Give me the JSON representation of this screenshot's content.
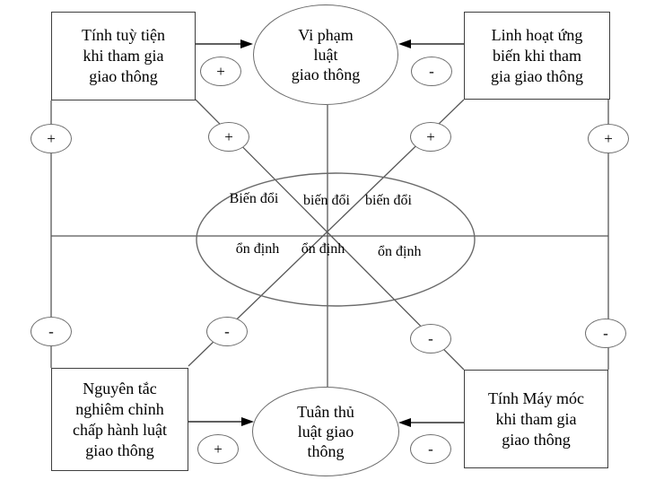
{
  "diagram": {
    "title": "Traffic law compliance causal diagram",
    "colors": {
      "background": "#ffffff",
      "line": "#575757",
      "box_border": "#3f3f3f",
      "ellipse_border": "#6a6a6a",
      "text": "#000000",
      "arrowhead": "#000000"
    }
  },
  "nodes": {
    "top_left_box": {
      "label": "Tính tuỳ tiện\nkhi tham gia\ngiao thông"
    },
    "top_center_ellipse": {
      "label": "Vi phạm\nluật\ngiao thông"
    },
    "top_right_box": {
      "label": "Linh hoạt ứng\nbiến khi tham\ngia giao thông"
    },
    "bottom_left_box": {
      "label": "Nguyên tắc\nnghiêm chỉnh\nchấp hành luật\ngiao thông"
    },
    "bottom_center_ellipse": {
      "label": "Tuân thủ\nluật giao\nthông"
    },
    "bottom_right_box": {
      "label": "Tính Máy móc\nkhi tham gia\ngiao thông"
    }
  },
  "center_ellipse": {
    "labels": {
      "upper_left": "Biến đổi",
      "upper_middle": "biến đổi",
      "upper_right": "biến đổi",
      "lower_left": "ổn định",
      "lower_middle": "ổn định",
      "lower_right": "ổn định"
    }
  },
  "signs": {
    "top_left_arrow": "+",
    "top_right_arrow": "-",
    "left_upper": "+",
    "diag_left_upper": "+",
    "diag_right_upper": "+",
    "right_upper": "+",
    "left_lower": "-",
    "diag_left_lower": "-",
    "diag_right_lower": "-",
    "right_lower": "-",
    "bottom_left_arrow": "+",
    "bottom_right_arrow": "-"
  }
}
